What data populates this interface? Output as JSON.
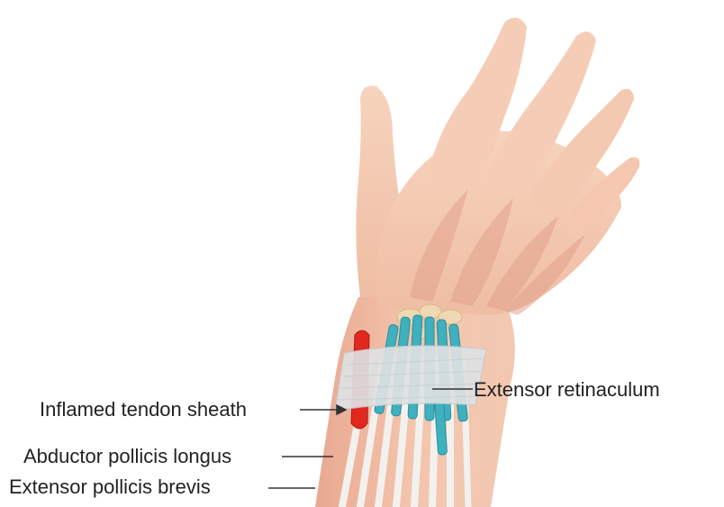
{
  "diagram": {
    "subject": "hand-and-wrist-tendon-anatomy",
    "labels": {
      "inflamed_tendon_sheath": "Inflamed tendon sheath",
      "abductor_pollicis_longus": "Abductor pollicis longus",
      "extensor_pollicis_brevis": "Extensor pollicis brevis",
      "extensor_retinaculum": "Extensor retinaculum"
    },
    "colors": {
      "background": "#ffffff",
      "skin": "#f6cdb4",
      "skin_shadow": "#eab197",
      "muscle": "#d98f7e",
      "tendon_white": "#f3f1ee",
      "tendon_sheath": "#3fb0bd",
      "inflamed_sheath": "#e0281f",
      "retinaculum": "#dfe1e3",
      "bone": "#efd8b2",
      "leader_line": "#333333",
      "label_text": "#222222"
    }
  }
}
